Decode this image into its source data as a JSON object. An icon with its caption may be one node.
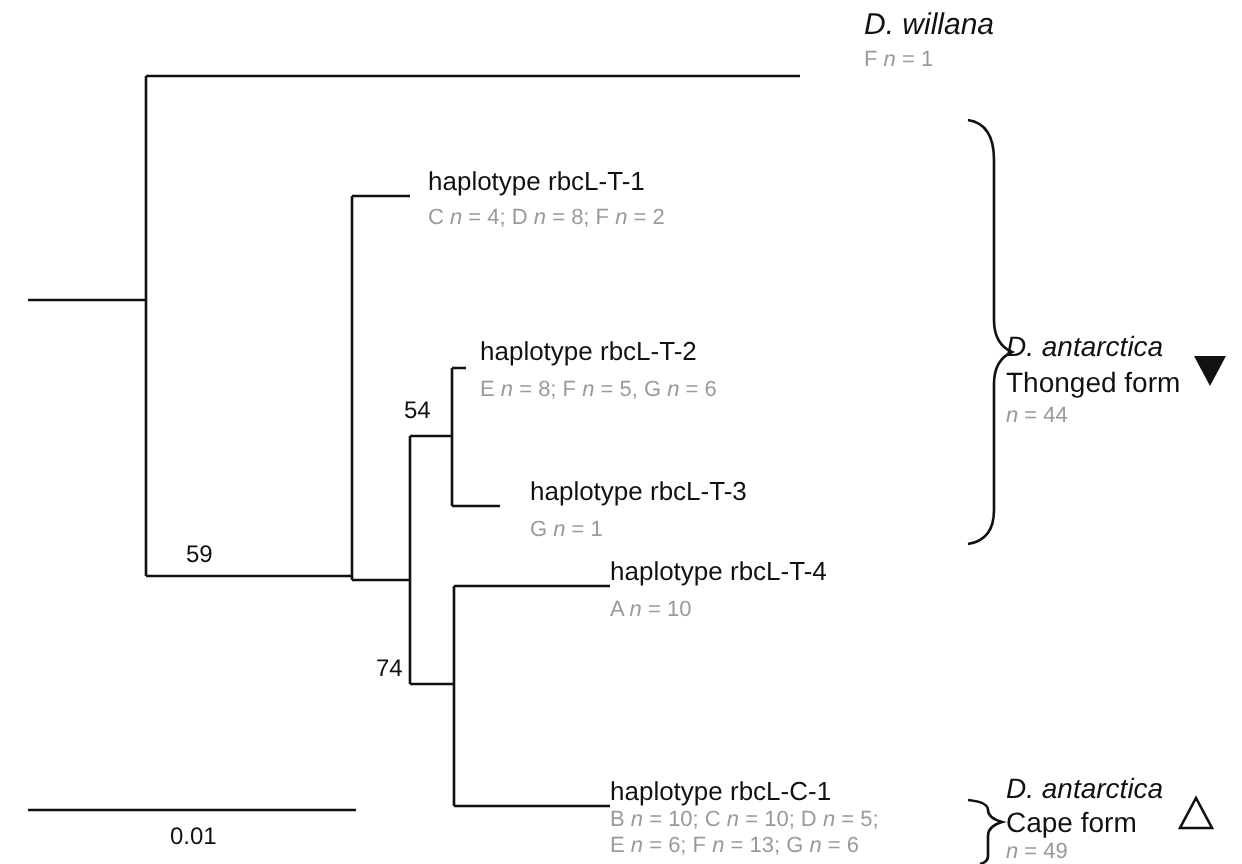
{
  "diagram": {
    "labels": [
      "D. willana",
      "F *n* = 1",
      "haplotype rbcL-T-1",
      "C *n* = 4; D *n* = 8; F *n* = 2",
      "haplotype rbcL-T-2",
      "E *n* = 8; F *n* = 5, G *n* = 6",
      "54",
      "D. antarctica",
      "Thonged form",
      "*n* = 44",
      "59",
      "haplotype rbcL-T-3",
      "G *n* = 1",
      "haplotype rbcL-T-4",
      "A *n* = 10",
      "74",
      "haplotype rbcL-C-1",
      "B *n* = 10; C *n* = 10; D *n* = 5; E *n* = 6; F *n* = 13; G *n* = 6",
      "D. antarctica",
      "Cape form",
      "*n* = 49",
      "0.01"
    ]
  }
}
